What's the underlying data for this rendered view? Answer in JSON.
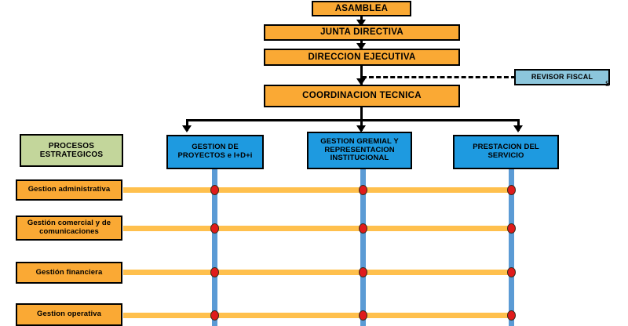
{
  "diagram": {
    "title_hierarchy": [
      {
        "label": "ASAMBLEA"
      },
      {
        "label": "JUNTA DIRECTIVA"
      },
      {
        "label": "DIRECCION EJECUTIVA"
      },
      {
        "label": "COORDINACION TECNICA"
      }
    ],
    "external": {
      "label": "REVISOR FISCAL"
    },
    "artifact_glyph": "s",
    "process_boxes": [
      {
        "label": "GESTION DE\nPROYECTOS e I+D+i"
      },
      {
        "label": "GESTION GREMIAL Y\nREPRESENTACION\nINSTITUCIONAL"
      },
      {
        "label": "PRESTACION DEL\nSERVICIO"
      }
    ],
    "strategic_header": {
      "label": "PROCESOS\nESTRATEGICOS"
    },
    "strategic_rows": [
      {
        "label": "Gestion administrativa"
      },
      {
        "label": "Gestión comercial y de\ncomunicaciones"
      },
      {
        "label": "Gestión financiera"
      },
      {
        "label": "Gestion operativa"
      }
    ],
    "colors": {
      "orange_fill": "#FAA934",
      "blue_fill": "#1E9AE0",
      "cyan_fill": "#8CC6DC",
      "green_fill": "#C3D69B",
      "swimlane_vertical": "#5B9BD5",
      "swimlane_horizontal": "#FFC04D",
      "node_dot": "#E01B1B",
      "connector": "#000000"
    }
  }
}
